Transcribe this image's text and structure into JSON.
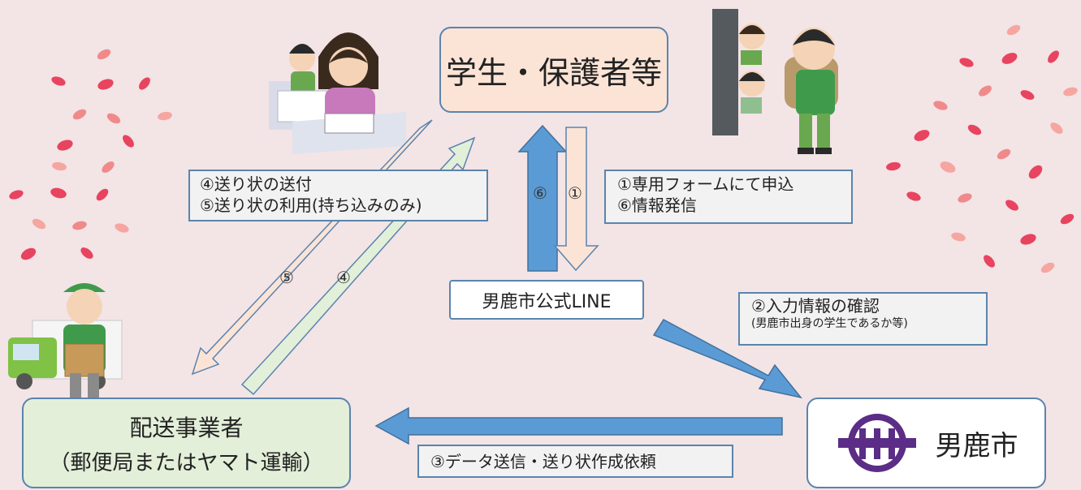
{
  "nodes": {
    "students": "学生・保護者等",
    "line": "男鹿市公式LINE",
    "carrier": "配送事業者",
    "carrier_sub": "（郵便局またはヤマト運輸）",
    "city": "男鹿市"
  },
  "labels": {
    "left_1": "④送り状の送付",
    "left_2": "⑤送り状の利用(持ち込みのみ)",
    "right_1": "①専用フォームにて申込",
    "right_2": "⑥情報発信",
    "confirm_1": "②入力情報の確認",
    "confirm_2": "(男鹿市出身の学生であるか等)",
    "data": "③データ送信・送り状作成依頼"
  },
  "arrow_numbers": {
    "up": "⑥",
    "down": "①",
    "five": "⑤",
    "four": "④"
  },
  "colors": {
    "node_border": "#5a84ad",
    "blue_arrow": "#5b9bd5",
    "peach_arrow": "#fbe4d6",
    "green_arrow": "#e2efd9",
    "petal": "#e8445f"
  }
}
